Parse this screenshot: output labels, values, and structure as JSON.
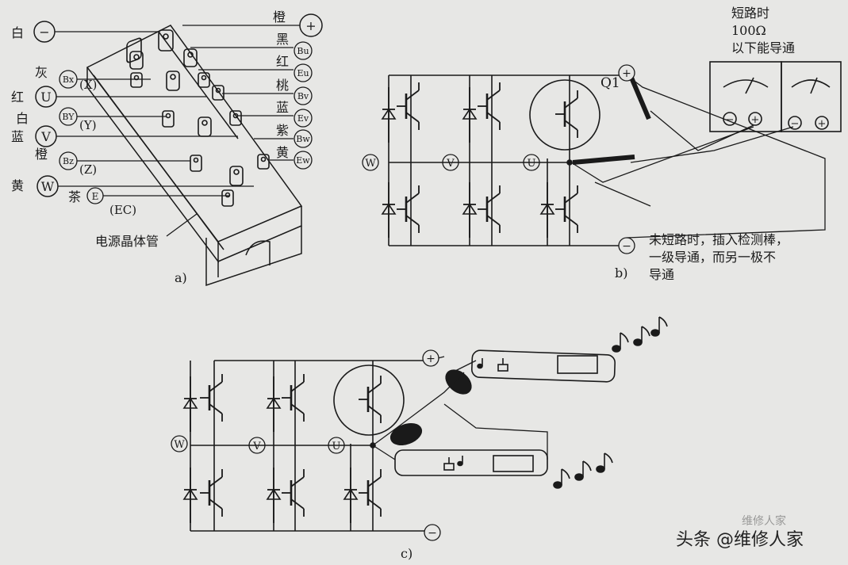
{
  "panel_a": {
    "caption": "a)",
    "left_terminals": [
      {
        "color": "白",
        "symbol": "−"
      },
      {
        "color": "灰",
        "symbol": "Bx",
        "sub": "(X)"
      },
      {
        "color": "红",
        "symbol": "U"
      },
      {
        "color": "白",
        "symbol": "BY",
        "sub": "(Y)"
      },
      {
        "color": "蓝",
        "symbol": "V"
      },
      {
        "color": "橙",
        "symbol": "Bz",
        "sub": "(Z)"
      },
      {
        "color": "黄",
        "symbol": "W"
      },
      {
        "color": "茶",
        "symbol": "E",
        "sub": "(EC)"
      }
    ],
    "right_terminals": [
      {
        "color": "橙",
        "symbol": "+"
      },
      {
        "color": "黑",
        "symbol": "Bu"
      },
      {
        "color": "红",
        "symbol": "Eu"
      },
      {
        "color": "桃",
        "symbol": "Bv"
      },
      {
        "color": "蓝",
        "symbol": "Ev"
      },
      {
        "color": "紫",
        "symbol": "Bw"
      },
      {
        "color": "黄",
        "symbol": "Ew"
      }
    ],
    "component_label": "电源晶体管"
  },
  "panel_b": {
    "caption": "b)",
    "nodes": [
      "W",
      "V",
      "U"
    ],
    "transistor_label": "Q1",
    "plus": "+",
    "minus": "−",
    "note_short_lines": [
      "短路时",
      "100Ω",
      "以下能导通"
    ],
    "note_open_lines": [
      "未短路时，插入检测棒，",
      "一级导通，而另一极不",
      "导通"
    ],
    "meter_terminals": [
      "−",
      "+"
    ]
  },
  "panel_c": {
    "caption": "c)",
    "nodes": [
      "W",
      "V",
      "U"
    ],
    "plus": "+",
    "minus": "−"
  },
  "watermark": {
    "main": "头条 @维修人家",
    "faint": "维修人家"
  },
  "colors": {
    "ink": "#1a1a1a",
    "paper": "#e7e7e5"
  }
}
